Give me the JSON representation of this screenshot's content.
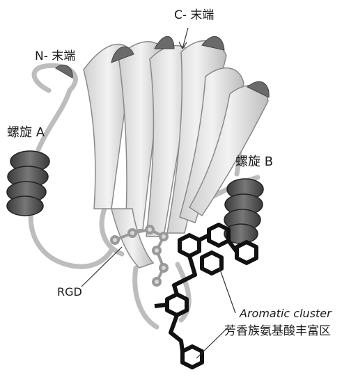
{
  "labels": {
    "c_terminus": "C- 末端",
    "n_terminus": "N- 末端",
    "helix_a": "螺旋 A",
    "helix_b": "螺旋 B",
    "rgd": "RGD",
    "aromatic_en": "Aromatic cluster",
    "aromatic_zh": "芳香族氨基酸丰富区"
  },
  "colors": {
    "strand_fill": "#e4e4e4",
    "strand_edge": "#8a8a8a",
    "helix_fill": "#555555",
    "aromatic": "#111111",
    "rgd": "#cfcfcf"
  }
}
